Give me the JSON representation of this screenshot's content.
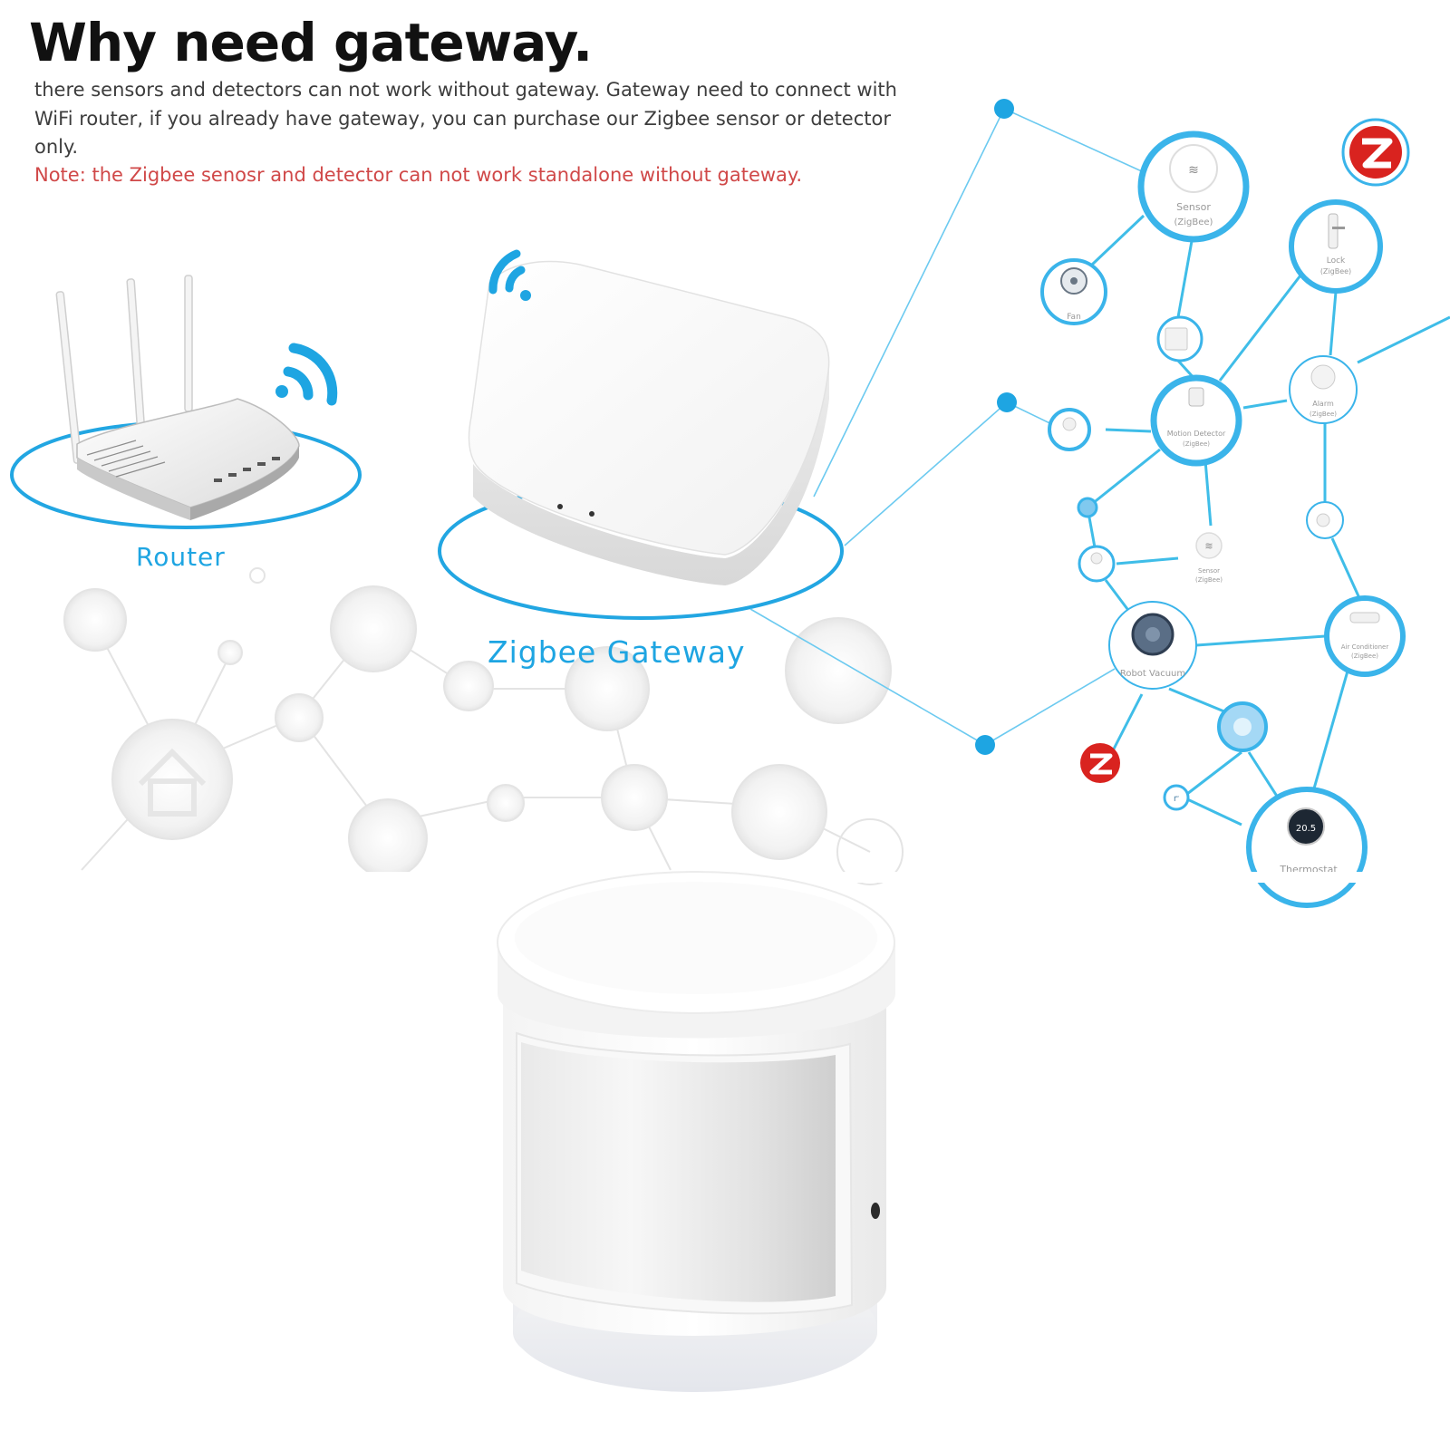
{
  "header": {
    "title": "Why need gateway.",
    "description": "there sensors and detectors can not work without gateway. Gateway need to connect with WiFi router, if you already have gateway, you can purchase our Zigbee sensor or detector only.",
    "note": "Note: the Zigbee senosr and detector can not work standalone without gateway."
  },
  "diagram": {
    "router_label": "Router",
    "gateway_label": "Zigbee Gateway",
    "nodes": {
      "sensor": "Sensor",
      "sensor_sub": "(ZigBee)",
      "lock": "Lock",
      "lock_sub": "(ZigBee)",
      "fan": "Fan",
      "motion": "Motion Detector",
      "motion_sub": "(ZigBee)",
      "alarm": "Alarm",
      "alarm_sub": "(ZigBee)",
      "sensor_small": "Sensor",
      "sensor_small_sub": "(ZigBee)",
      "robot_vacuum": "Robot Vacuum",
      "air_conditioner": "Air Conditioner",
      "air_conditioner_sub": "(ZigBee)",
      "thermostat": "Thermostat",
      "thermostat_value": "20.5"
    },
    "accent_color": "#21a7e0",
    "ring_color": "#3ab4ea",
    "zigbee_badge_color": "#d9231f"
  },
  "product": {
    "name": "motion-sensor"
  }
}
